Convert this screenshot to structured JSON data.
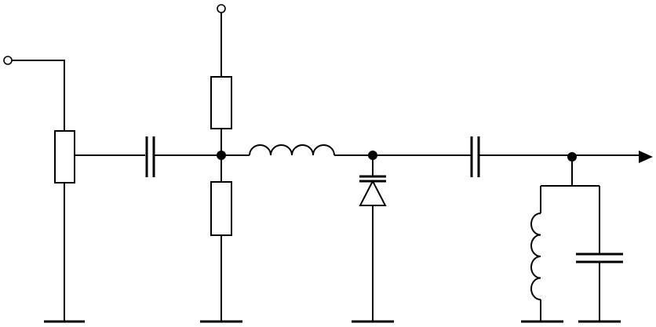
{
  "diagram": {
    "type": "circuit-schematic",
    "colors": {
      "line": "#000000",
      "background": "#ffffff"
    },
    "components": [
      {
        "id": "input-terminal",
        "kind": "terminal"
      },
      {
        "id": "potentiometer",
        "kind": "variable-resistor"
      },
      {
        "id": "coupling-capacitor-1",
        "kind": "capacitor"
      },
      {
        "id": "supply-terminal",
        "kind": "terminal"
      },
      {
        "id": "bias-resistor-top",
        "kind": "resistor"
      },
      {
        "id": "bias-resistor-bottom",
        "kind": "resistor"
      },
      {
        "id": "series-inductor",
        "kind": "inductor"
      },
      {
        "id": "varactor-diode",
        "kind": "diode"
      },
      {
        "id": "coupling-capacitor-2",
        "kind": "capacitor"
      },
      {
        "id": "tank-inductor",
        "kind": "inductor"
      },
      {
        "id": "tank-capacitor",
        "kind": "capacitor"
      },
      {
        "id": "output-arrow",
        "kind": "output"
      }
    ],
    "junctions": 3,
    "grounds": 5
  }
}
